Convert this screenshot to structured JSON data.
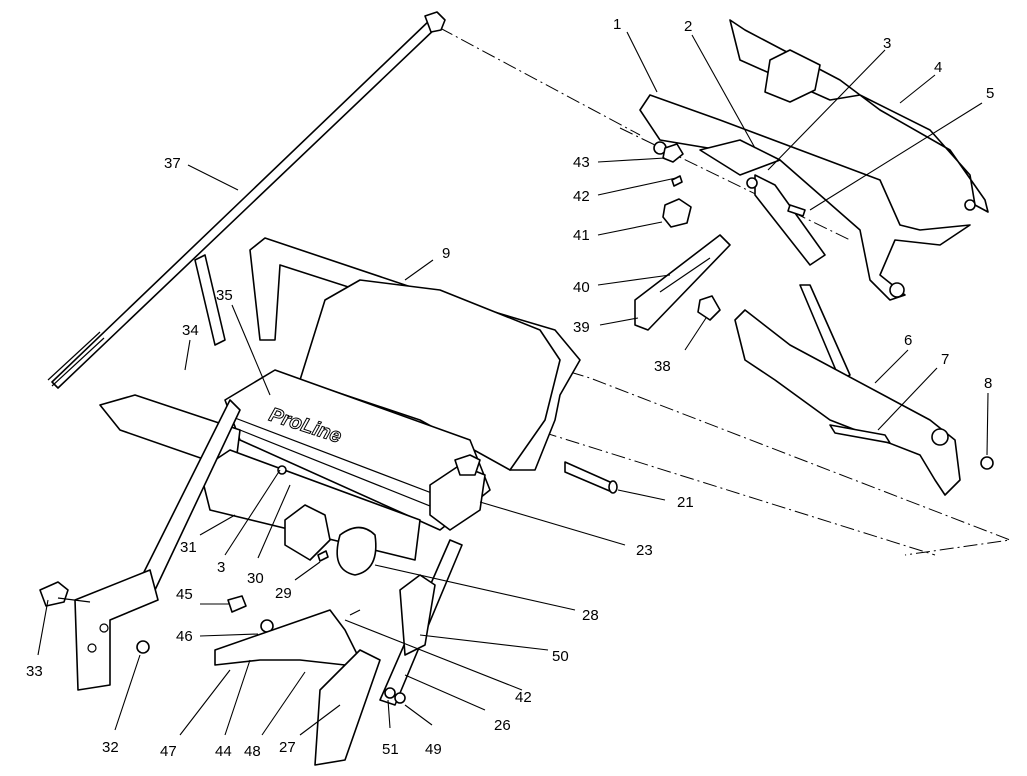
{
  "brand_text": "ProLine",
  "callouts": [
    {
      "id": "c1",
      "label": "1"
    },
    {
      "id": "c2",
      "label": "2"
    },
    {
      "id": "c3a",
      "label": "3"
    },
    {
      "id": "c4",
      "label": "4"
    },
    {
      "id": "c5",
      "label": "5"
    },
    {
      "id": "c6",
      "label": "6"
    },
    {
      "id": "c7",
      "label": "7"
    },
    {
      "id": "c8",
      "label": "8"
    },
    {
      "id": "c9",
      "label": "9"
    },
    {
      "id": "c21",
      "label": "21"
    },
    {
      "id": "c23",
      "label": "23"
    },
    {
      "id": "c26",
      "label": "26"
    },
    {
      "id": "c27",
      "label": "27"
    },
    {
      "id": "c28",
      "label": "28"
    },
    {
      "id": "c29",
      "label": "29"
    },
    {
      "id": "c30",
      "label": "30"
    },
    {
      "id": "c31",
      "label": "31"
    },
    {
      "id": "c3b",
      "label": "3"
    },
    {
      "id": "c32",
      "label": "32"
    },
    {
      "id": "c33",
      "label": "33"
    },
    {
      "id": "c34",
      "label": "34"
    },
    {
      "id": "c35",
      "label": "35"
    },
    {
      "id": "c37",
      "label": "37"
    },
    {
      "id": "c38",
      "label": "38"
    },
    {
      "id": "c39",
      "label": "39"
    },
    {
      "id": "c40",
      "label": "40"
    },
    {
      "id": "c41",
      "label": "41"
    },
    {
      "id": "c42a",
      "label": "42"
    },
    {
      "id": "c43",
      "label": "43"
    },
    {
      "id": "c42b",
      "label": "42"
    },
    {
      "id": "c44",
      "label": "44"
    },
    {
      "id": "c45",
      "label": "45"
    },
    {
      "id": "c46",
      "label": "46"
    },
    {
      "id": "c47",
      "label": "47"
    },
    {
      "id": "c48",
      "label": "48"
    },
    {
      "id": "c49",
      "label": "49"
    },
    {
      "id": "c50",
      "label": "50"
    },
    {
      "id": "c51",
      "label": "51"
    }
  ]
}
